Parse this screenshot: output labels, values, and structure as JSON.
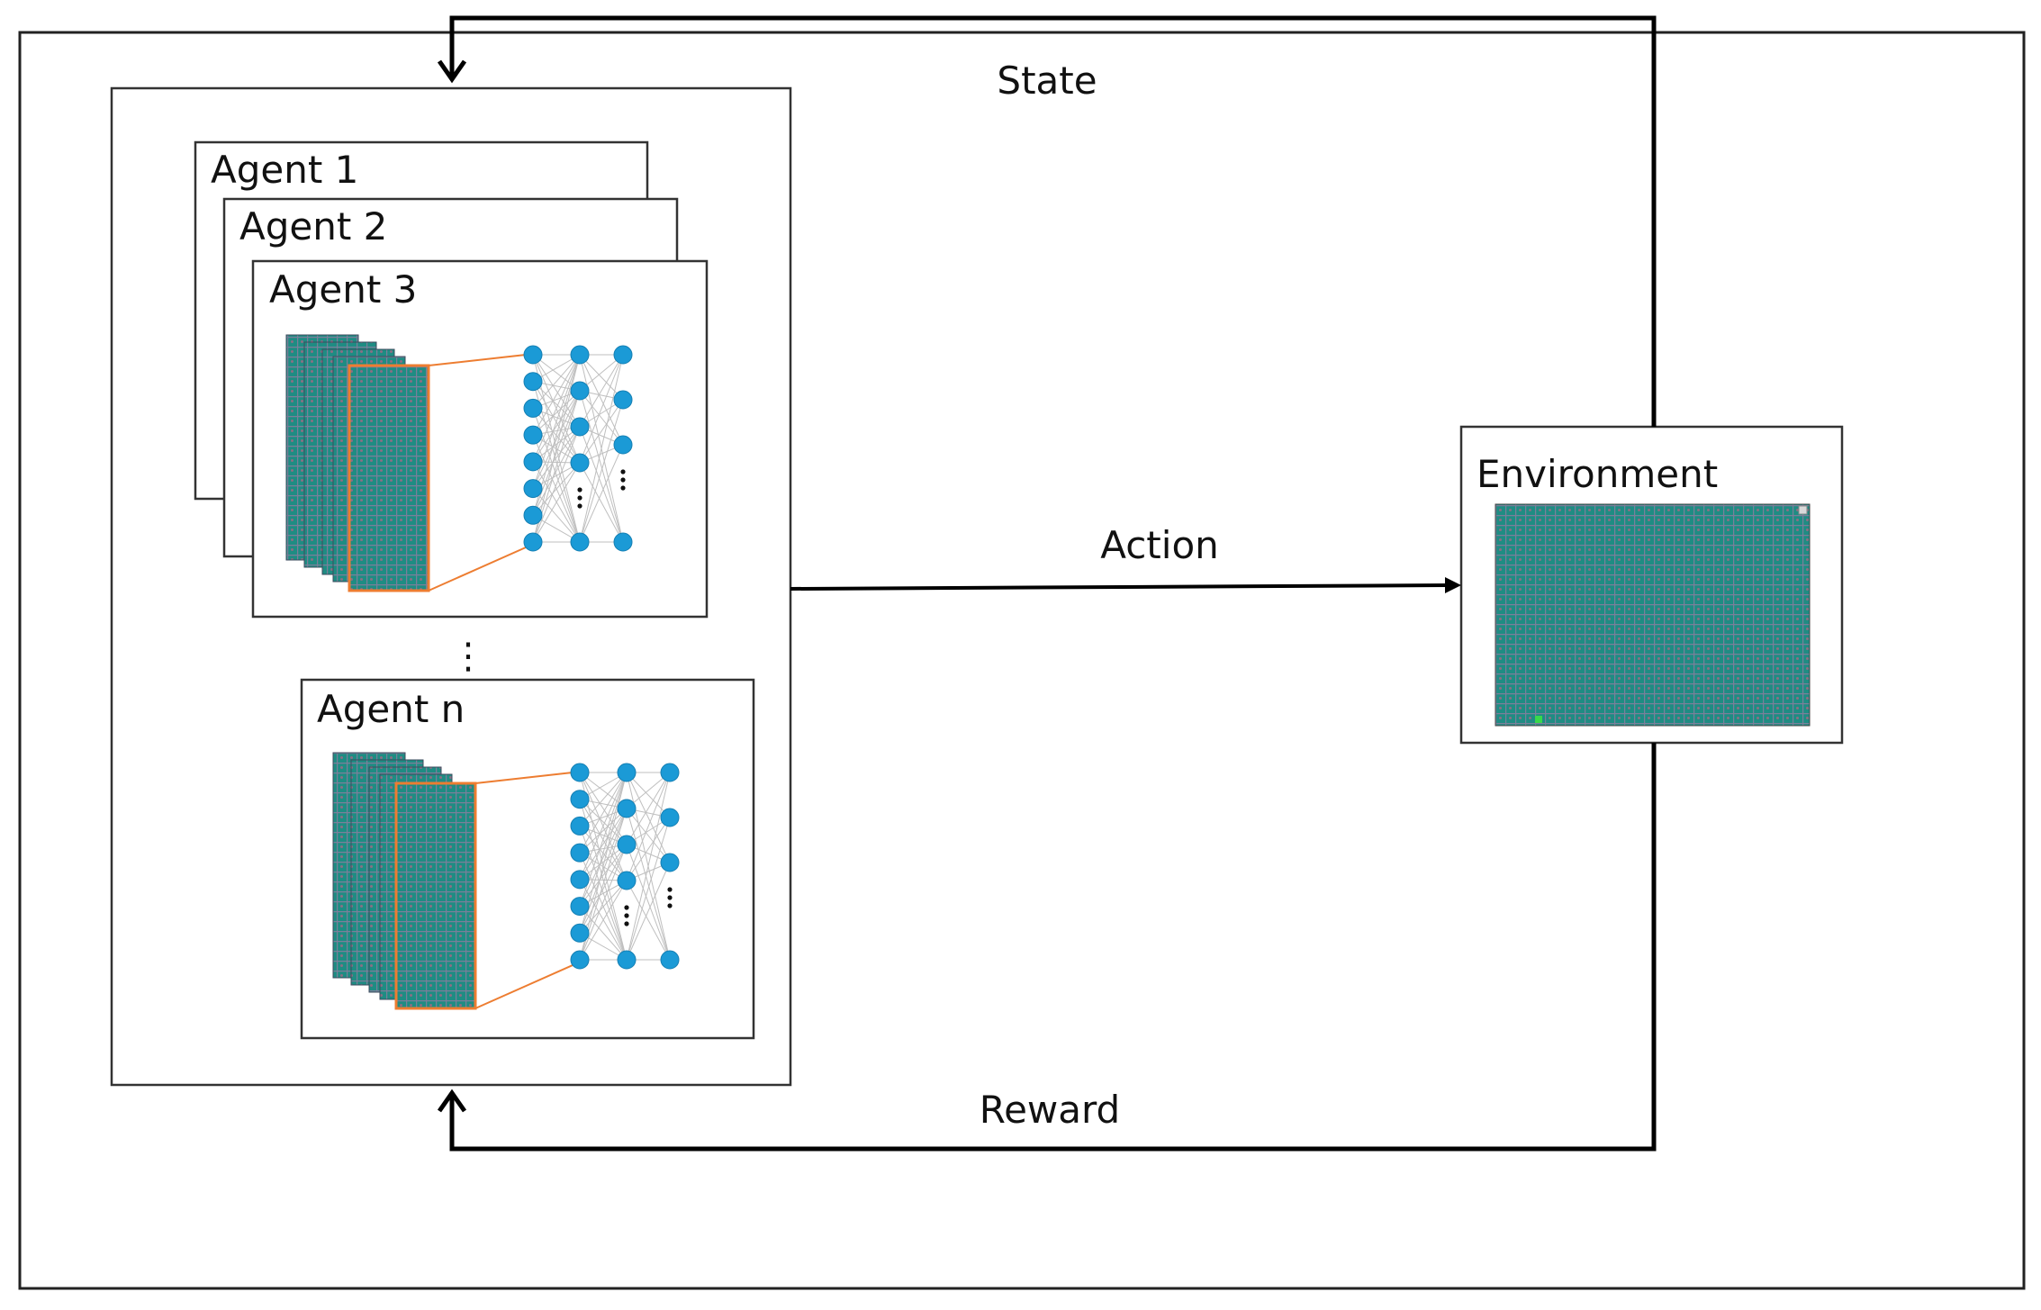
{
  "diagram": {
    "agents": [
      {
        "label": "Agent 1"
      },
      {
        "label": "Agent 2"
      },
      {
        "label": "Agent 3"
      },
      {
        "label": "Agent n"
      }
    ],
    "between_agents_ellipsis": "⋮",
    "environment": {
      "label": "Environment"
    },
    "flows": {
      "state": "State",
      "action": "Action",
      "reward": "Reward"
    },
    "colors": {
      "line": "#000000",
      "grid_fill": "#1f8c83",
      "grid_line": "#7a7f9a",
      "highlight_border": "#ed7d31",
      "neuron": "#1b9ad6",
      "connection": "#bfbfbf"
    }
  }
}
